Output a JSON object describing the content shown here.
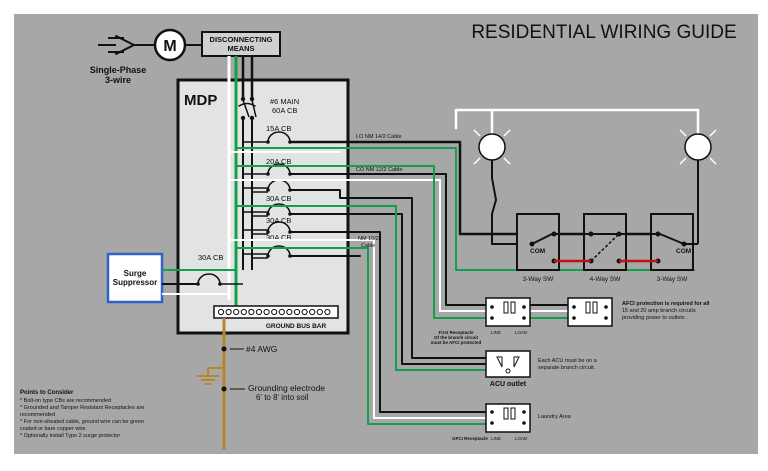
{
  "title": "RESIDENTIAL WIRING GUIDE",
  "service": {
    "line1": "Single-Phase",
    "line2": "3-wire",
    "meter_letter": "M"
  },
  "disconnect": {
    "line1": "DISCONNECTING",
    "line2": "MEANS"
  },
  "panel": {
    "label": "MDP",
    "main_line1": "#6 MAIN",
    "main_line2": "60A CB",
    "breakers": [
      "15A CB",
      "20A CB",
      "30A CB",
      "30A CB",
      "30A CB"
    ],
    "surge_breaker": "30A CB",
    "ground_bus": "GROUND BUS BAR"
  },
  "surge": {
    "line1": "Surge",
    "line2": "Suppressor"
  },
  "cables": {
    "lo": "LO NM 14/2 Cable",
    "co": "CO NM 12/2 Cable",
    "nm_line1": "NM 10/2",
    "nm_line2": "Cable"
  },
  "switches": {
    "sw1": "3-Way SW",
    "sw2": "4-Way SW",
    "sw3": "3-Way SW",
    "com": "COM"
  },
  "receptacles": {
    "line": "LINE",
    "load": "LOAD",
    "first_line1": "First Receptacle",
    "first_line2": "Of the branch circuit",
    "first_line3": "must be AFCI protected",
    "afci_line1": "AFCI protection is required for all",
    "afci_line2": "15 and 20 amp branch circuits",
    "afci_line3": "providing power to outlets .",
    "acu_label": "ACU outlet",
    "acu_note1": "Each ACU must be on a",
    "acu_note2": "separate branch circuit.",
    "gfci_label": "GFCI Receptacle",
    "laundry": "Laundry Area"
  },
  "grounding": {
    "awg": "#4 AWG",
    "electrode_line1": "Grounding electrode",
    "electrode_line2": "6' to 8' into soil"
  },
  "notes": {
    "heading": "Points to Consider",
    "items": [
      "* Bolt-on type CBs are recommended",
      "* Grounded and Tamper Resistant Receptacles are",
      "recommended",
      "* For non-sheated cable, ground wire can be green",
      "coated or bare copper wire.",
      "* Optionally install Type 2 surge protector"
    ]
  },
  "colors": {
    "background": "#a7a7a7",
    "panel": "#e3e3e3",
    "hot_wire": "#111111",
    "neutral_wire": "#ffffff",
    "ground_wire": "#13a04b",
    "earth_wire": "#b8862a",
    "surge_border": "#2f62c4",
    "traveler": "#c01010"
  }
}
